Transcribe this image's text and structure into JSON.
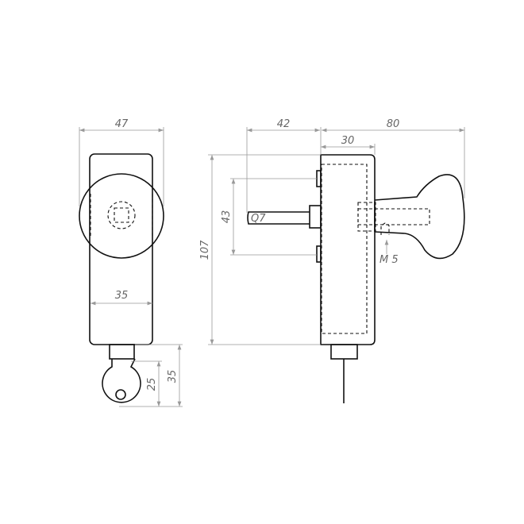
{
  "front_view": {
    "dims": {
      "width_total": "47",
      "width_body": "35",
      "key_total": "35",
      "key_head": "25"
    }
  },
  "side_view": {
    "dims": {
      "spindle_length": "42",
      "knob_projection": "80",
      "body_depth": "30",
      "height": "107",
      "tab_spacing": "43"
    },
    "labels": {
      "spindle": "Q7",
      "thread": "M 5"
    }
  }
}
